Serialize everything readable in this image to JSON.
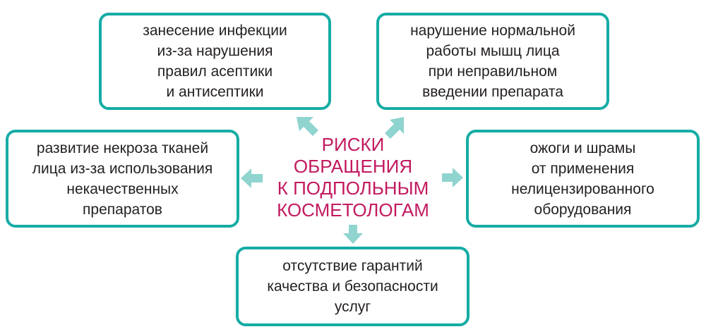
{
  "title": "РИСКИ\nОБРАЩЕНИЯ\nК ПОДПОЛЬНЫМ\nКОСМЕТОЛОГАМ",
  "risks": {
    "top_left": "занесение инфекции\nиз-за нарушения\nправил асептики\nи антисептики",
    "top_right": "нарушение нормальной\nработы мышц лица\nпри неправильном\nвведении препарата",
    "left": "развитие некроза тканей\nлица из-за использования\nнекачественных\nпрепаратов",
    "right": "ожоги и шрамы\nот применения\nнелицензированного\nоборудования",
    "bottom": "отсутствие гарантий\nкачества и безопасности\nуслуг"
  },
  "colors": {
    "border": "#15aca5",
    "arrow": "#8fd4cf",
    "title": "#c2195f",
    "text": "#231f20"
  }
}
